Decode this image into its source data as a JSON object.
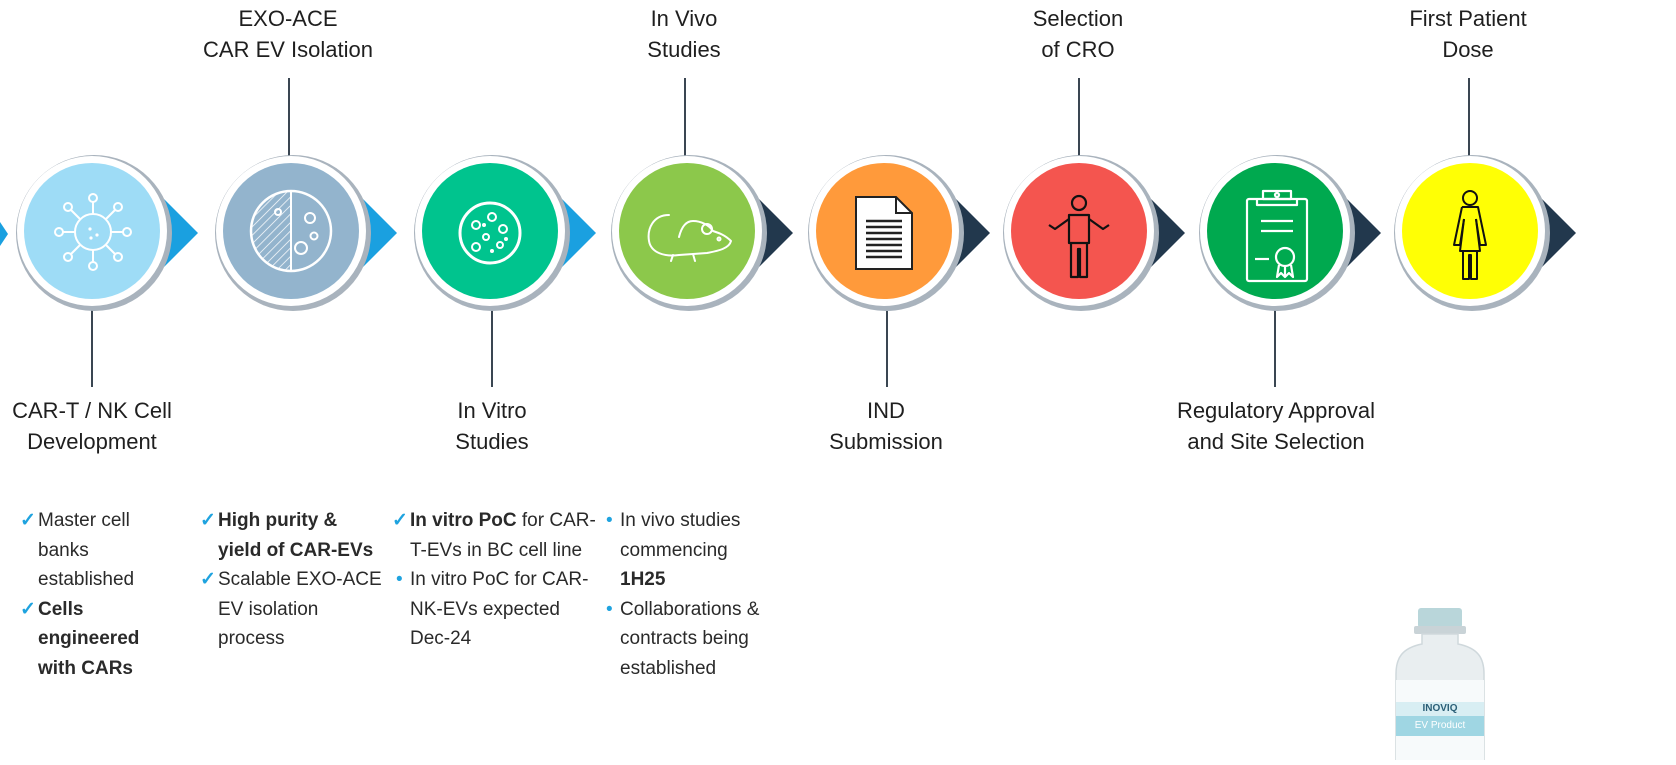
{
  "colors": {
    "line": "#3a4652",
    "arrow_blue": "#1aa0e0",
    "arrow_navy": "#22384d",
    "check": "#1fa3df",
    "stage1": "#9edcf6",
    "stage2": "#93b4cd",
    "stage3": "#00c48e",
    "stage4": "#8cc84b",
    "stage5": "#ff9a3b",
    "stage6": "#f4554f",
    "stage7": "#00a94f",
    "stage8": "#ffff05"
  },
  "milestones": [
    {
      "label": "CAR-T / NK Cell\nDevelopment",
      "position": "below",
      "icon": "virus-cell-icon",
      "arrow": "blue"
    },
    {
      "label": "EXO-ACE\nCAR EV Isolation",
      "position": "above",
      "icon": "petri-dish-icon",
      "arrow": "blue"
    },
    {
      "label": "In Vitro\nStudies",
      "position": "below",
      "icon": "cell-culture-icon",
      "arrow": "blue"
    },
    {
      "label": "In Vivo\nStudies",
      "position": "above",
      "icon": "mouse-icon",
      "arrow": "navy"
    },
    {
      "label": "IND\nSubmission",
      "position": "below",
      "icon": "document-icon",
      "arrow": "navy"
    },
    {
      "label": "Selection\nof CRO",
      "position": "above",
      "icon": "person-shrug-icon",
      "arrow": "navy"
    },
    {
      "label": "Regulatory Approval\nand Site Selection",
      "position": "below",
      "icon": "clipboard-certificate-icon",
      "arrow": "navy"
    },
    {
      "label": "First Patient\nDose",
      "position": "above",
      "icon": "patient-icon",
      "arrow": "navy"
    }
  ],
  "notes": {
    "col1": {
      "item1": "Master cell banks established",
      "item2_bold": "Cells engineered with CARs"
    },
    "col2": {
      "item1_bold": "High purity & yield of CAR-EVs",
      "item2": "Scalable EXO-ACE EV isolation process"
    },
    "col3": {
      "item1_bold": "In vitro PoC",
      "item1_rest": " for CAR-T-EVs in BC cell line",
      "item2": "In vitro PoC for CAR-NK-EVs expected Dec-24"
    },
    "col4": {
      "item1_pre": "In vivo studies commencing ",
      "item1_bold": "1H25",
      "item2": "Collaborations & contracts being established"
    }
  },
  "markers": {
    "check": "✓",
    "bullet": "•"
  },
  "vial": {
    "brand": "INOVIQ",
    "label": "EV Product"
  }
}
